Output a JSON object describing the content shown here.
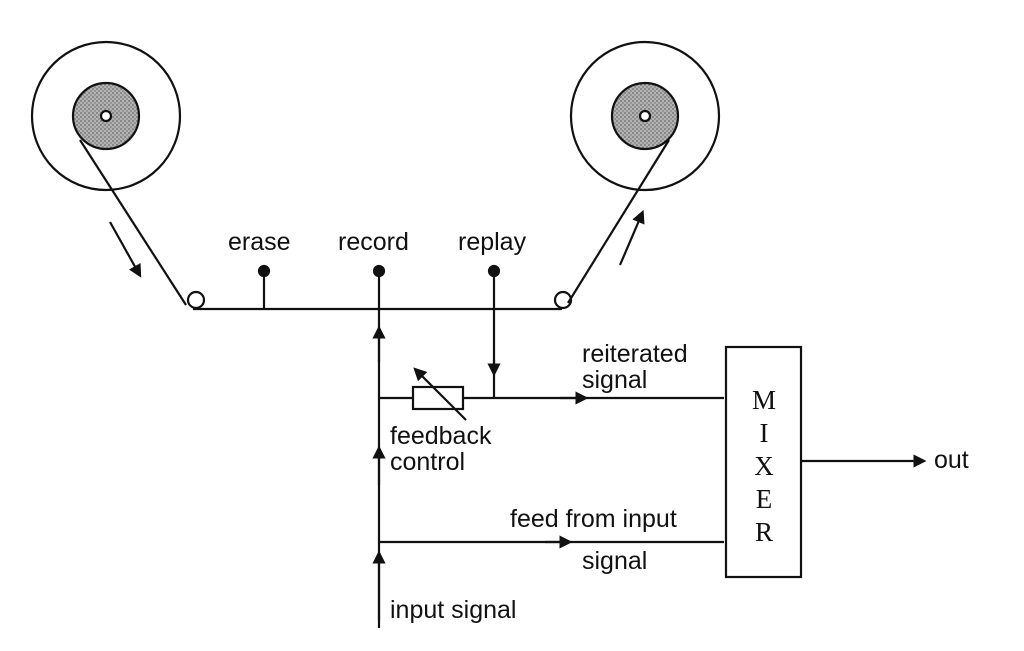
{
  "heads": {
    "erase": "erase",
    "record": "record",
    "replay": "replay"
  },
  "signals": {
    "reiterated_line1": "reiterated",
    "reiterated_line2": "signal",
    "feedback_line1": "feedback",
    "feedback_line2": "control",
    "feed_line1": "feed from input",
    "feed_line2": "signal",
    "input": "input signal",
    "out": "out"
  },
  "mixer": {
    "letters": [
      "M",
      "I",
      "X",
      "E",
      "R"
    ]
  },
  "colors": {
    "ink": "#111111",
    "hub_fill": "#9a9a9a",
    "background": "#ffffff"
  }
}
